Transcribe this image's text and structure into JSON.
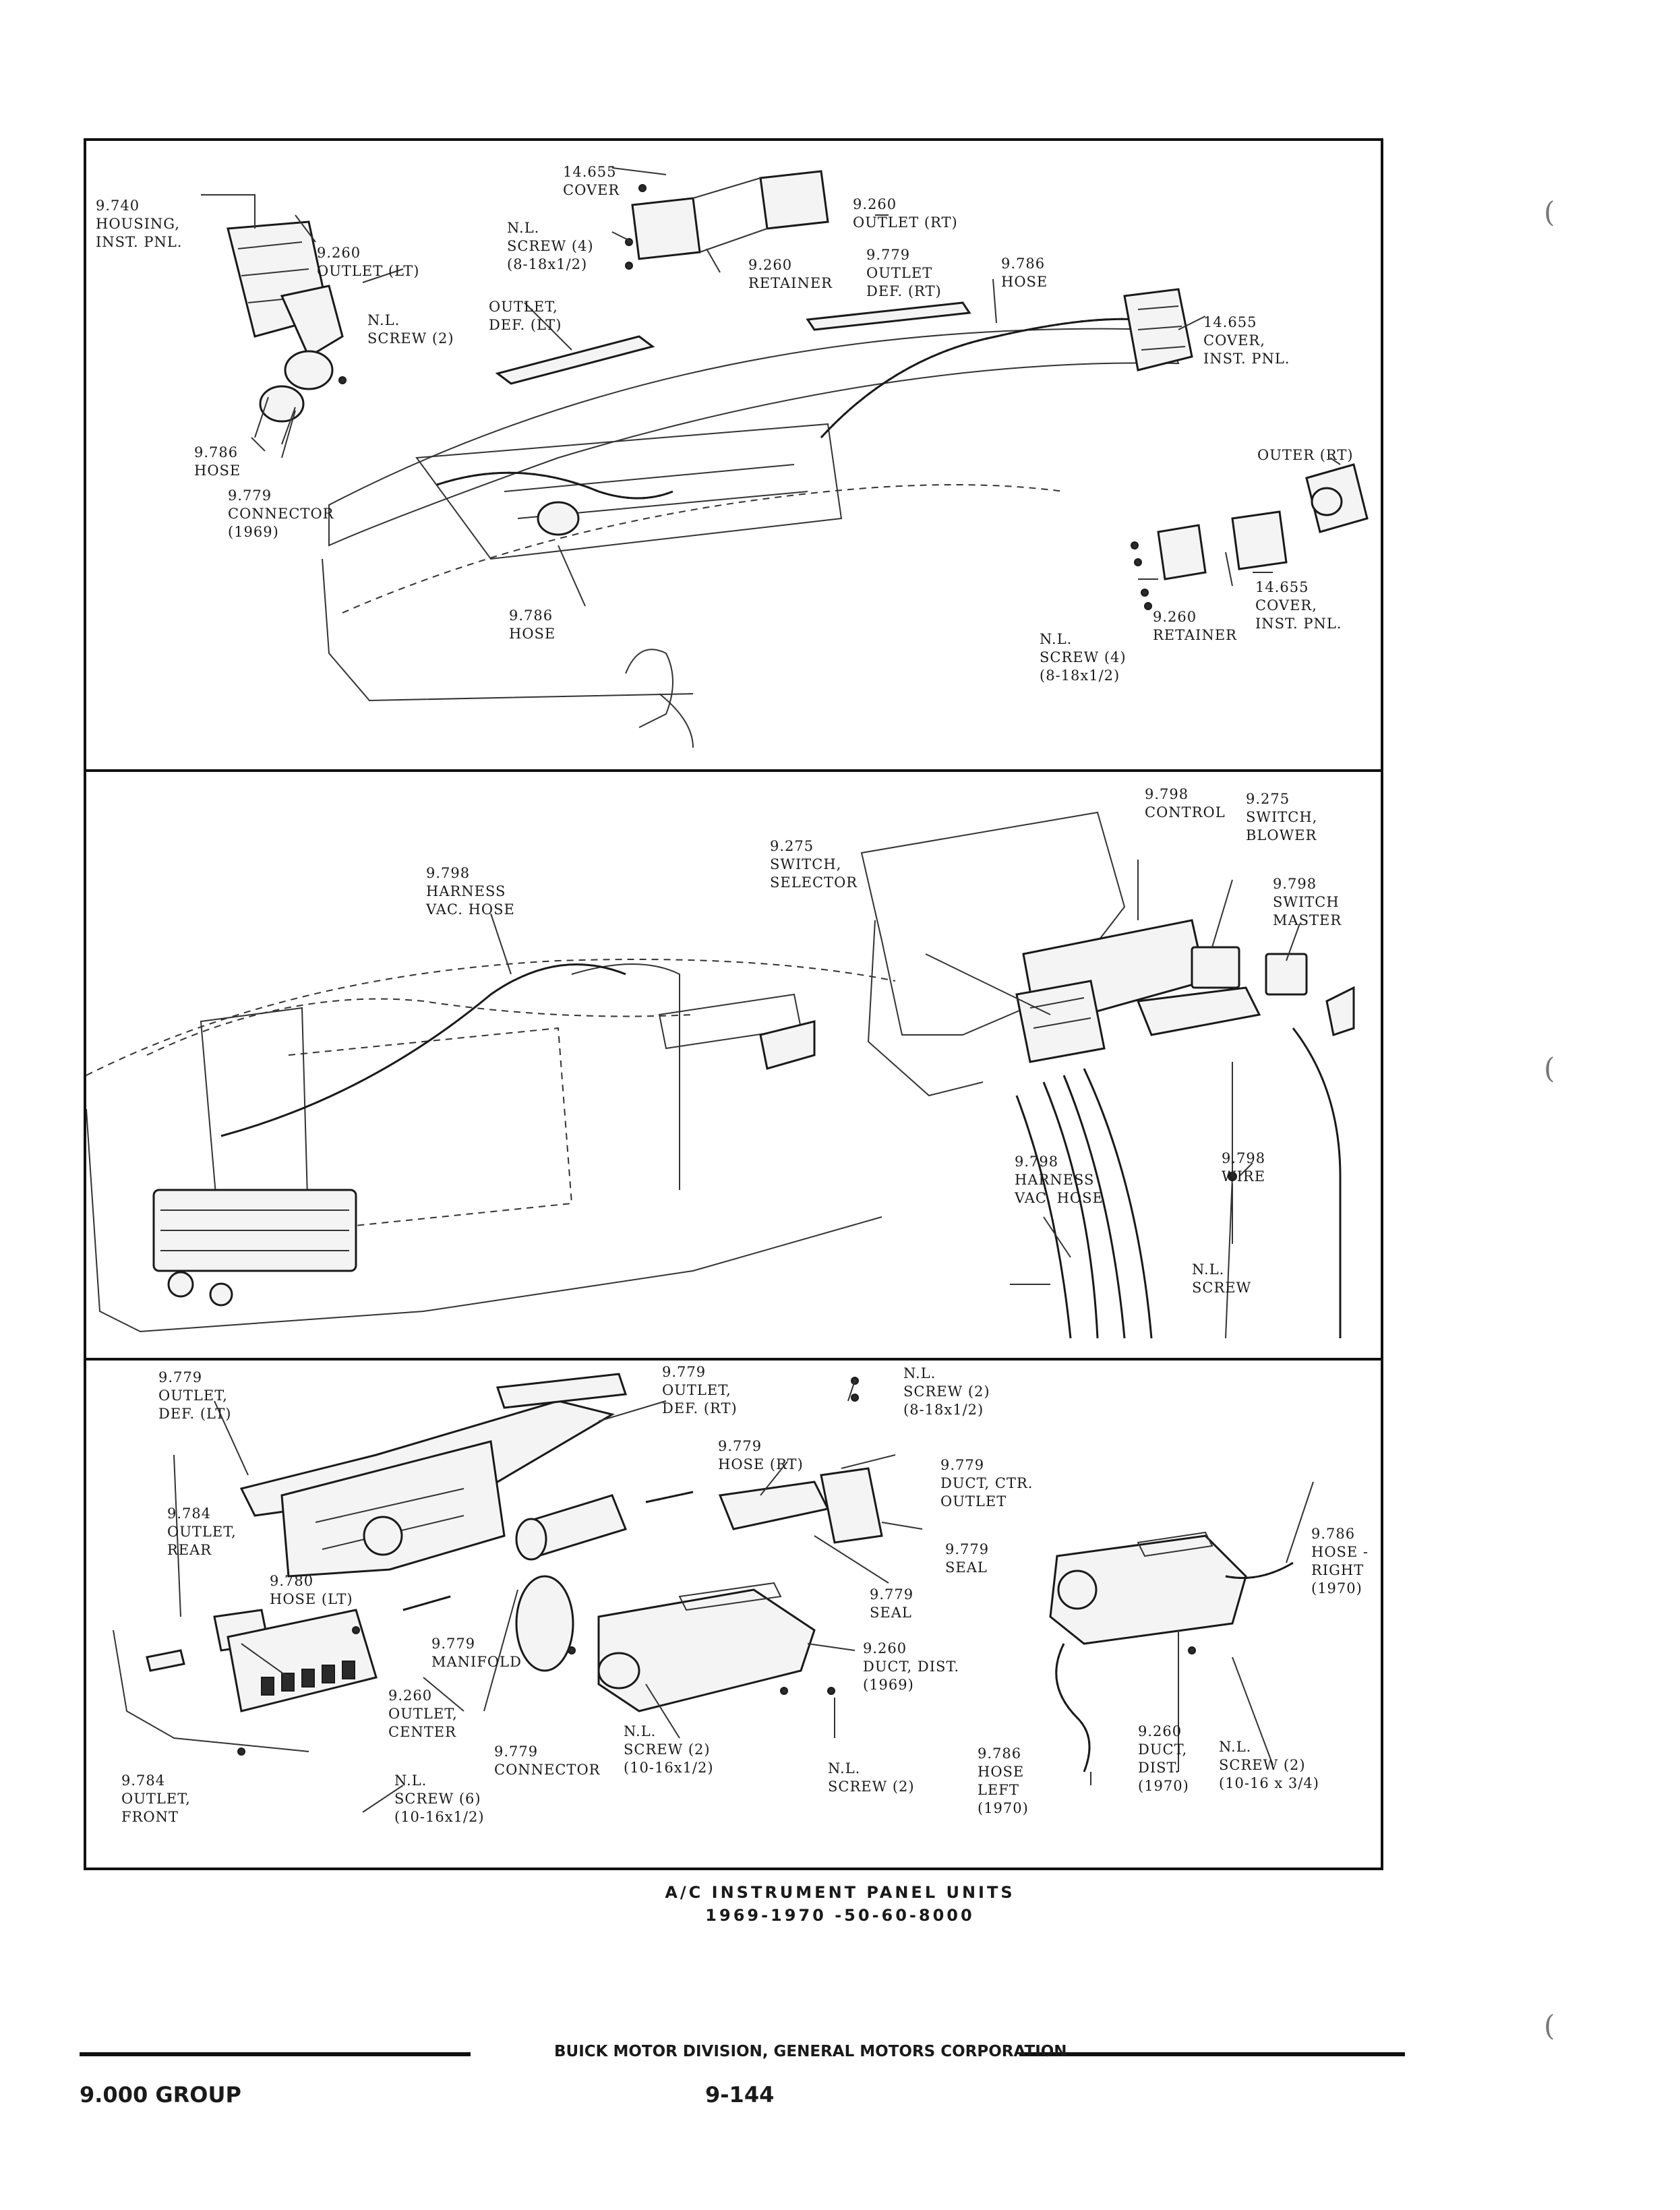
{
  "panel1": {
    "labels": {
      "housing": [
        "9.740",
        "HOUSING,",
        "INST. PNL."
      ],
      "outlet_lt": [
        "9.260",
        "OUTLET (LT)"
      ],
      "screw2": [
        "N.L.",
        "SCREW (2)"
      ],
      "hose_left": [
        "9.786",
        "HOSE"
      ],
      "connector": [
        "9.779",
        "CONNECTOR",
        "(1969)"
      ],
      "cover_top": [
        "14.655",
        "COVER"
      ],
      "screw4_top": [
        "N.L.",
        "SCREW (4)",
        "(8-18x1/2)"
      ],
      "outlet_rt_top": [
        "9.260",
        "OUTLET (RT)"
      ],
      "retainer_top": [
        "9.260",
        "RETAINER"
      ],
      "outlet_def_lt": [
        "OUTLET,",
        "DEF. (LT)"
      ],
      "outlet_def_rt": [
        "9.779",
        "OUTLET",
        "DEF. (RT)"
      ],
      "hose_top": [
        "9.786",
        "HOSE"
      ],
      "cover_inst_pnl": [
        "14.655",
        "COVER,",
        "INST. PNL."
      ],
      "outer_rt": [
        "OUTER (RT)"
      ],
      "hose_center": [
        "9.786",
        "HOSE"
      ],
      "retainer_right": [
        "9.260",
        "RETAINER"
      ],
      "cover_inst_pnl_2": [
        "14.655",
        "COVER,",
        "INST. PNL."
      ],
      "screw4_right": [
        "N.L.",
        "SCREW (4)",
        "(8-18x1/2)"
      ]
    }
  },
  "panel2": {
    "labels": {
      "harness_vac_hose_left": [
        "9.798",
        "HARNESS",
        "VAC. HOSE"
      ],
      "switch_selector": [
        "9.275",
        "SWITCH,",
        "SELECTOR"
      ],
      "control": [
        "9.798",
        "CONTROL"
      ],
      "switch_blower": [
        "9.275",
        "SWITCH,",
        "BLOWER"
      ],
      "switch_master": [
        "9.798",
        "SWITCH",
        "MASTER"
      ],
      "harness_vac_hose_right": [
        "9.798",
        "HARNESS",
        "VAC. HOSE"
      ],
      "wire": [
        "9.798",
        "WIRE"
      ],
      "screw": [
        "N.L.",
        "SCREW"
      ]
    }
  },
  "panel3": {
    "labels": {
      "outlet_def_lt": [
        "9.779",
        "OUTLET,",
        "DEF. (LT)"
      ],
      "outlet_def_rt": [
        "9.779",
        "OUTLET,",
        "DEF. (RT)"
      ],
      "screw2_top": [
        "N.L.",
        "SCREW (2)",
        "(8-18x1/2)"
      ],
      "hose_rt": [
        "9.779",
        "HOSE (RT)"
      ],
      "duct_ctr": [
        "9.779",
        "DUCT, CTR.",
        "OUTLET"
      ],
      "outlet_rear": [
        "9.784",
        "OUTLET,",
        "REAR"
      ],
      "hose_lt": [
        "9.780",
        "HOSE (LT)"
      ],
      "seal_right": [
        "9.779",
        "SEAL"
      ],
      "seal_left": [
        "9.779",
        "SEAL"
      ],
      "manifold": [
        "9.779",
        "MANIFOLD"
      ],
      "duct_dist_1969": [
        "9.260",
        "DUCT, DIST.",
        "(1969)"
      ],
      "outlet_center": [
        "9.260",
        "OUTLET,",
        "CENTER"
      ],
      "screw2_mid": [
        "N.L.",
        "SCREW (2)",
        "(10-16x1/2)"
      ],
      "connector": [
        "9.779",
        "CONNECTOR"
      ],
      "screw2_bottom": [
        "N.L.",
        "SCREW (2)"
      ],
      "outlet_front": [
        "9.784",
        "OUTLET,",
        "FRONT"
      ],
      "screw6": [
        "N.L.",
        "SCREW (6)",
        "(10-16x1/2)"
      ],
      "hose_right_1970": [
        "9.786",
        "HOSE -",
        "RIGHT",
        "(1970)"
      ],
      "duct_dist_1970": [
        "9.260",
        "DUCT,",
        "DIST.",
        "(1970)"
      ],
      "screw2_1970": [
        "N.L.",
        "SCREW (2)",
        "(10-16 x 3/4)"
      ],
      "hose_left_1970": [
        "9.786",
        "HOSE",
        "LEFT",
        "(1970)"
      ]
    }
  },
  "caption": {
    "title": "A/C INSTRUMENT PANEL UNITS",
    "subtitle": "1969-1970 -50-60-8000"
  },
  "footer": {
    "division": "BUICK MOTOR DIVISION, GENERAL MOTORS CORPORATION",
    "group": "9.000 GROUP",
    "page": "9-144"
  }
}
